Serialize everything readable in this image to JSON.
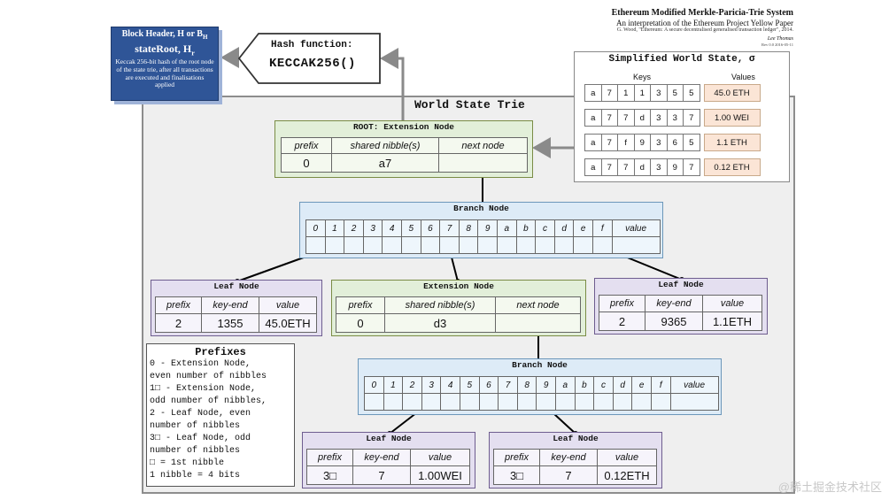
{
  "title": {
    "line1": "Ethereum Modified Merkle-Paricia-Trie System",
    "line2": "An interpretation of the Ethereum Project Yellow Paper",
    "line3": "G. Wood, \"Ethereum: A secure decentralised generalised transaction ledger\", 2014.",
    "author": "Lee Thomas",
    "version": "Rev 0.0 2016-05-11"
  },
  "block_header": {
    "title": "Block Header, H or B",
    "title_sub": "H",
    "state_root": "stateRoot, H",
    "state_root_sub": "r",
    "description": "Keccak 256-bit hash of the root node of the state trie, after all transactions are executed and finalisations applied"
  },
  "hash_function": {
    "label": "Hash function:",
    "value": "KECCAK256()"
  },
  "world_state": {
    "title": "Simplified World State, σ",
    "keys_header": "Keys",
    "values_header": "Values",
    "rows": [
      {
        "key": [
          "a",
          "7",
          "1",
          "1",
          "3",
          "5",
          "5"
        ],
        "value": "45.0 ETH"
      },
      {
        "key": [
          "a",
          "7",
          "7",
          "d",
          "3",
          "3",
          "7"
        ],
        "value": "1.00 WEI"
      },
      {
        "key": [
          "a",
          "7",
          "f",
          "9",
          "3",
          "6",
          "5"
        ],
        "value": "1.1 ETH"
      },
      {
        "key": [
          "a",
          "7",
          "7",
          "d",
          "3",
          "9",
          "7"
        ],
        "value": "0.12 ETH"
      }
    ]
  },
  "trie": {
    "title": "World State Trie",
    "root": {
      "title": "ROOT: Extension Node",
      "headers": [
        "prefix",
        "shared nibble(s)",
        "next node"
      ],
      "values": [
        "0",
        "a7",
        ""
      ]
    },
    "branch1": {
      "title": "Branch Node",
      "slots": [
        "0",
        "1",
        "2",
        "3",
        "4",
        "5",
        "6",
        "7",
        "8",
        "9",
        "a",
        "b",
        "c",
        "d",
        "e",
        "f"
      ],
      "value_header": "value"
    },
    "leaf_left": {
      "title": "Leaf Node",
      "headers": [
        "prefix",
        "key-end",
        "value"
      ],
      "values": [
        "2",
        "1355",
        "45.0ETH"
      ]
    },
    "extension2": {
      "title": "Extension Node",
      "headers": [
        "prefix",
        "shared nibble(s)",
        "next node"
      ],
      "values": [
        "0",
        "d3",
        ""
      ]
    },
    "leaf_right": {
      "title": "Leaf Node",
      "headers": [
        "prefix",
        "key-end",
        "value"
      ],
      "values": [
        "2",
        "9365",
        "1.1ETH"
      ]
    },
    "branch2": {
      "title": "Branch Node",
      "slots": [
        "0",
        "1",
        "2",
        "3",
        "4",
        "5",
        "6",
        "7",
        "8",
        "9",
        "a",
        "b",
        "c",
        "d",
        "e",
        "f"
      ],
      "value_header": "value"
    },
    "leaf_bottom_left": {
      "title": "Leaf Node",
      "headers": [
        "prefix",
        "key-end",
        "value"
      ],
      "values": [
        "3□",
        "7",
        "1.00WEI"
      ]
    },
    "leaf_bottom_right": {
      "title": "Leaf Node",
      "headers": [
        "prefix",
        "key-end",
        "value"
      ],
      "values": [
        "3□",
        "7",
        "0.12ETH"
      ]
    }
  },
  "prefixes": {
    "title": "Prefixes",
    "lines": [
      "0 - Extension Node,",
      "even number of nibbles",
      "1□ - Extension Node,",
      "odd number of nibbles,",
      "2 - Leaf Node, even",
      "number of nibbles",
      "3□ - Leaf Node, odd",
      "number of nibbles",
      "□ = 1st nibble",
      "1 nibble = 4 bits"
    ]
  },
  "watermark": "@稀土掘金技术社区"
}
